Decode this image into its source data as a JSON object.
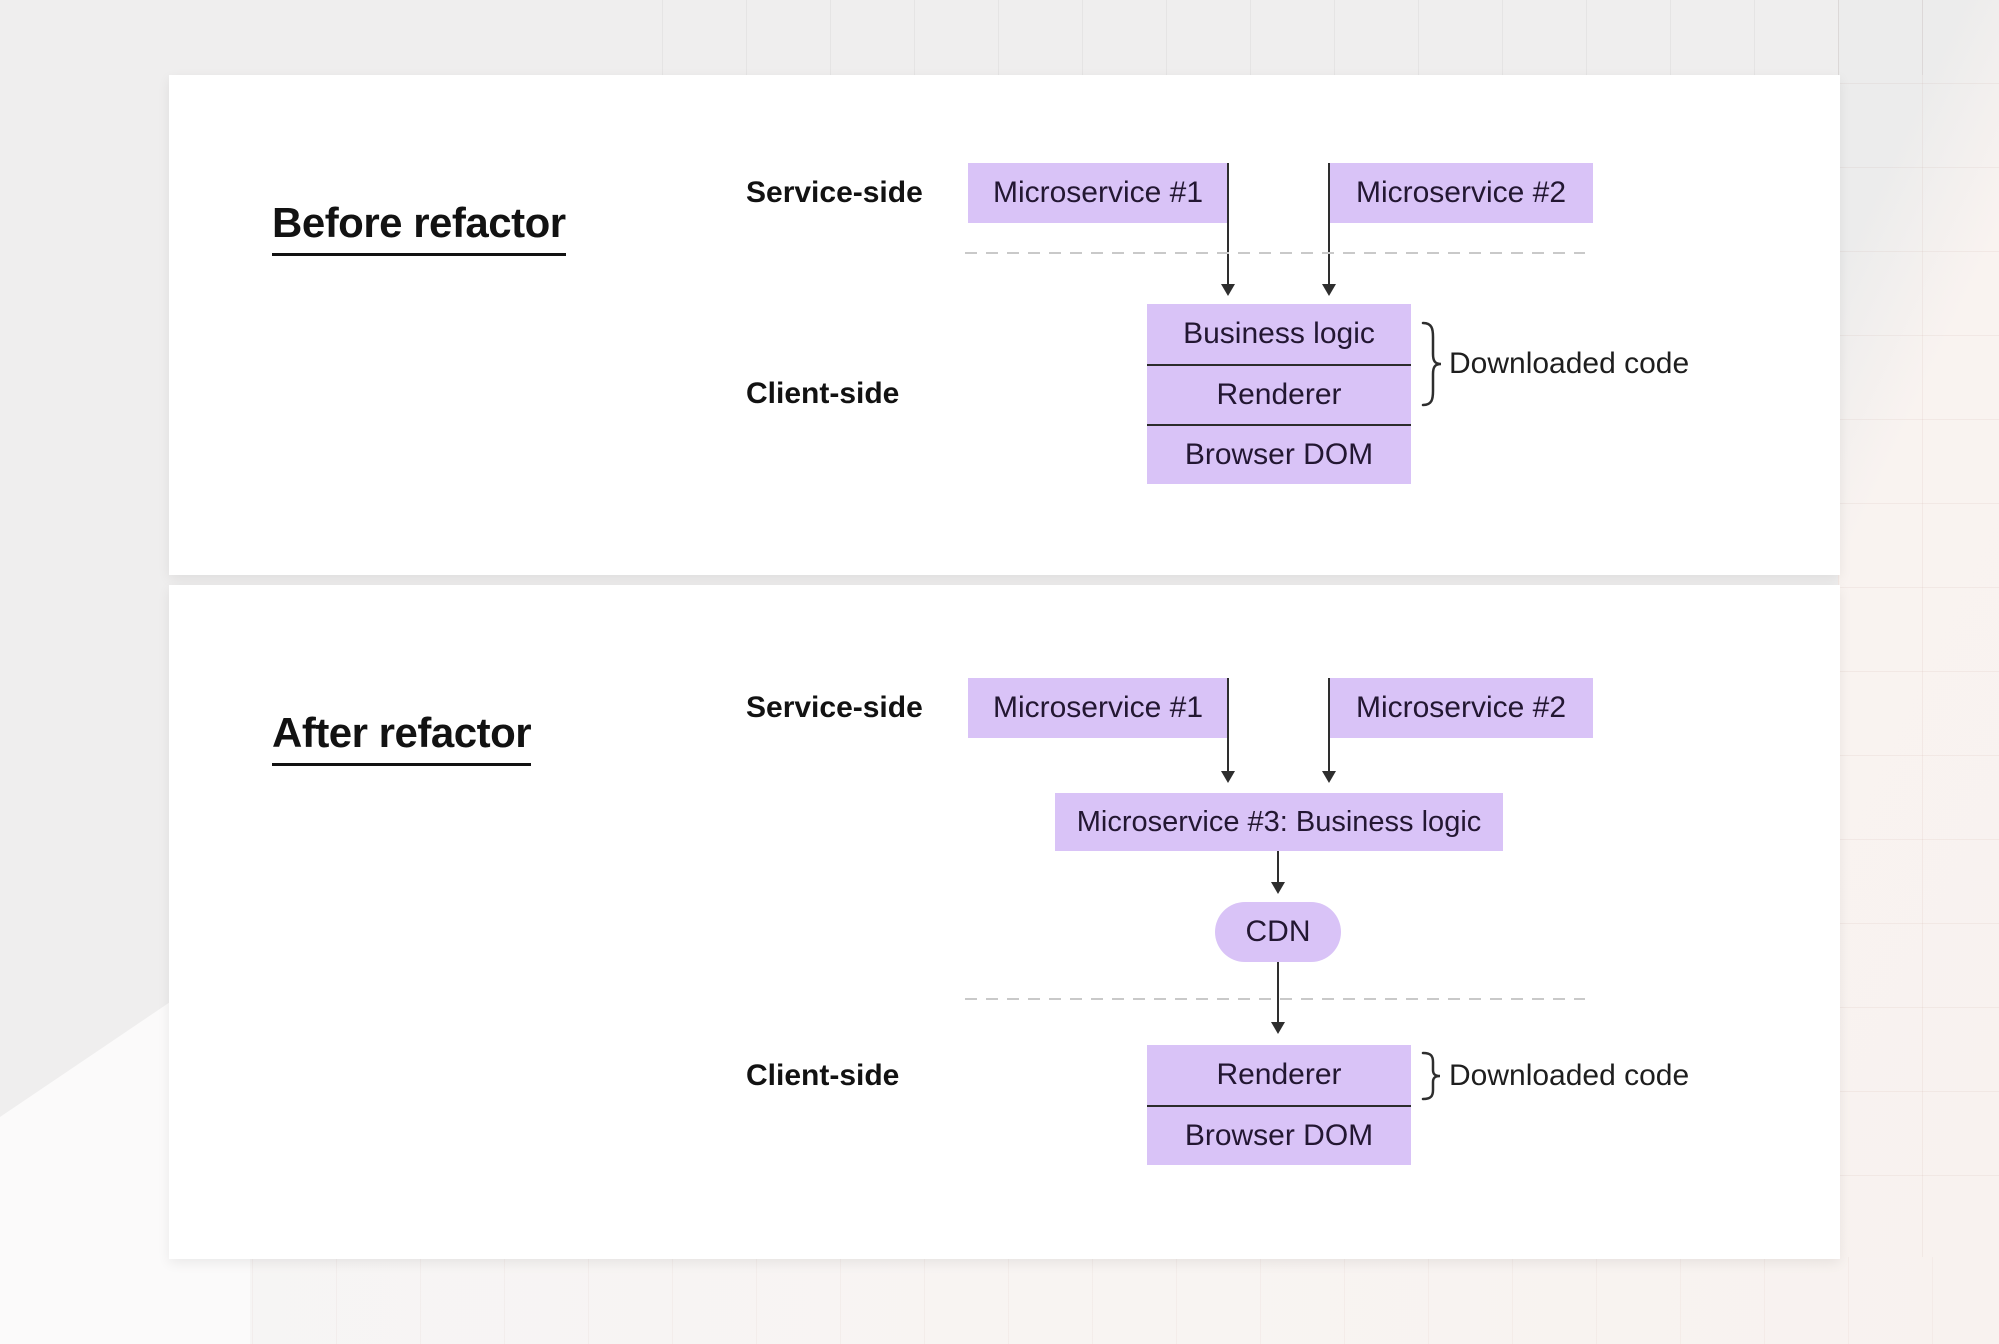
{
  "colors": {
    "canvas_bg": "#efeeee",
    "panel_bg": "#ffffff",
    "box_fill": "#d9c3f7",
    "box_text": "#231732",
    "heading_text": "#121212",
    "line": "#2e2e2e",
    "dashed_line": "#c9c9c9",
    "pink_tint": "#f8f2ef",
    "white_wedge": "#fbfafa"
  },
  "panels": [
    {
      "id": "before",
      "title": "Before refactor",
      "labels": {
        "service_side": "Service-side",
        "client_side": "Client-side",
        "downloaded_code": "Downloaded code"
      },
      "boxes": {
        "microservice1": "Microservice #1",
        "microservice2": "Microservice #2"
      },
      "stack": [
        "Business logic",
        "Renderer",
        "Browser DOM"
      ]
    },
    {
      "id": "after",
      "title": "After refactor",
      "labels": {
        "service_side": "Service-side",
        "client_side": "Client-side",
        "downloaded_code": "Downloaded code"
      },
      "boxes": {
        "microservice1": "Microservice #1",
        "microservice2": "Microservice #2",
        "microservice3": "Microservice #3: Business logic",
        "cdn": "CDN"
      },
      "stack": [
        "Renderer",
        "Browser DOM"
      ]
    }
  ]
}
